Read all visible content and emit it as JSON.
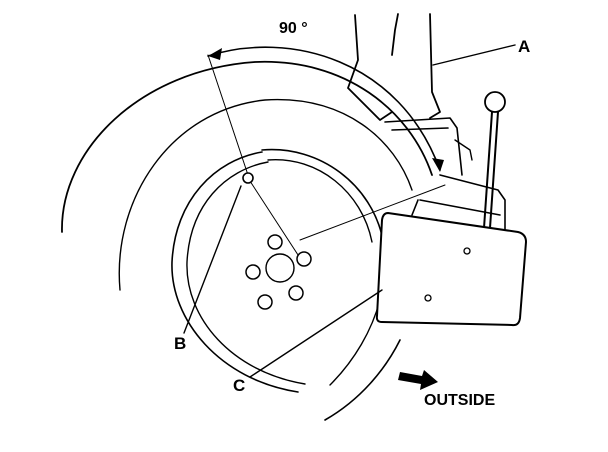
{
  "diagram": {
    "angle_label": "90 °",
    "callouts": {
      "a": "A",
      "b": "B",
      "c": "C"
    },
    "direction_label": "OUTSIDE",
    "colors": {
      "ink": "#000000",
      "background": "#ffffff",
      "panel": "#ffffff"
    }
  }
}
